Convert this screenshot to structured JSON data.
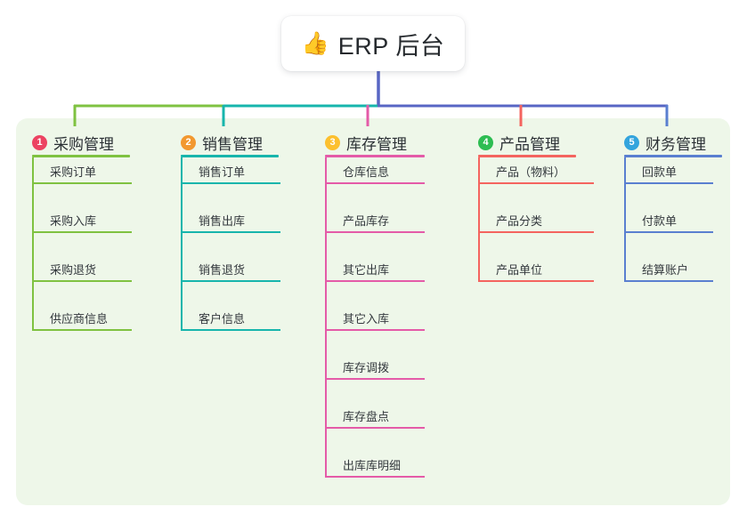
{
  "root": {
    "icon": "thumbs-up-icon",
    "icon_glyph": "👍",
    "title": "ERP 后台"
  },
  "colors": {
    "panel_bg": "#eef7e9",
    "page_bg": "#ffffff",
    "stem": "#5866c4",
    "bus_left": "#7fc241",
    "bus_mid": "#17b5ac",
    "bus_right": "#5866c4",
    "text": "#2b3035"
  },
  "columns": [
    {
      "index": "1",
      "badge_color": "#ec4362",
      "line_color": "#7fc241",
      "title": "采购管理",
      "items": [
        "采购订单",
        "采购入库",
        "采购退货",
        "供应商信息"
      ]
    },
    {
      "index": "2",
      "badge_color": "#f2982f",
      "line_color": "#17b5ac",
      "title": "销售管理",
      "items": [
        "销售订单",
        "销售出库",
        "销售退货",
        "客户信息"
      ]
    },
    {
      "index": "3",
      "badge_color": "#fcc02e",
      "line_color": "#e45ba8",
      "title": "库存管理",
      "items": [
        "仓库信息",
        "产品库存",
        "其它出库",
        "其它入库",
        "库存调拨",
        "库存盘点",
        "出库库明细"
      ]
    },
    {
      "index": "4",
      "badge_color": "#2dbd52",
      "line_color": "#f4645f",
      "title": "产品管理",
      "items": [
        "产品（物料）",
        "产品分类",
        "产品单位"
      ]
    },
    {
      "index": "5",
      "badge_color": "#33a4dd",
      "line_color": "#5a7fd0",
      "title": "财务管理",
      "items": [
        "回款单",
        "付款单",
        "结算账户"
      ]
    }
  ]
}
